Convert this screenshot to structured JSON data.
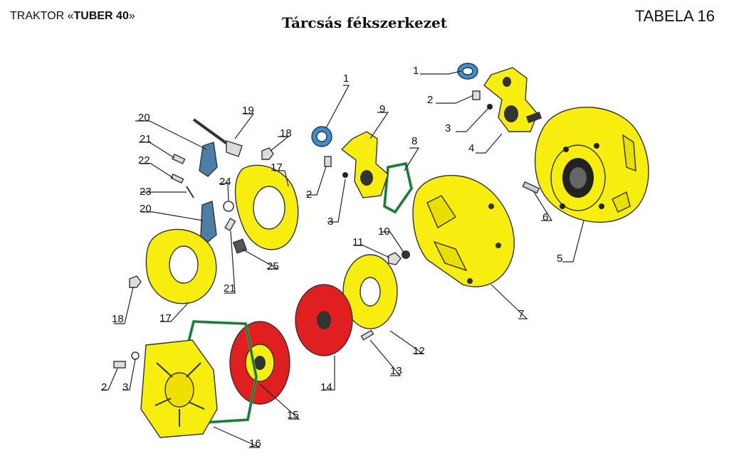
{
  "header": {
    "left_prefix": "TRAKTOR «",
    "left_model": "TUBER 40",
    "left_suffix": "»",
    "title": "Tárcsás fékszerkezet",
    "table": "TABELA 16"
  },
  "colors": {
    "housing": "#f7ee10",
    "friction_disc": "#e02020",
    "seal": "#3a8fd0",
    "gasket": "#2fa050",
    "outline": "#333333"
  },
  "callouts": [
    "1",
    "1",
    "2",
    "2",
    "2",
    "3",
    "3",
    "3",
    "4",
    "5",
    "6",
    "7",
    "8",
    "9",
    "10",
    "11",
    "12",
    "13",
    "14",
    "15",
    "16",
    "17",
    "17",
    "18",
    "18",
    "19",
    "20",
    "20",
    "21",
    "21",
    "22",
    "23",
    "24",
    "25"
  ]
}
